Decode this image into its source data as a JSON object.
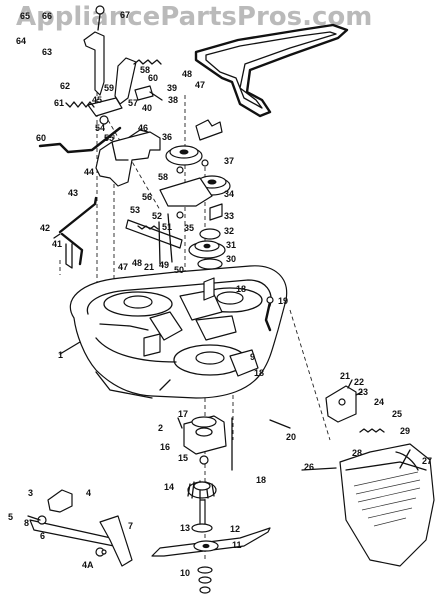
{
  "watermark": {
    "text": "AppliancePartsPros.com",
    "color": "#8c8c8c"
  },
  "callouts": [
    {
      "id": "c-65",
      "label": "65"
    },
    {
      "id": "c-66",
      "label": "66"
    },
    {
      "id": "c-67",
      "label": "67"
    },
    {
      "id": "c-64",
      "label": "64"
    },
    {
      "id": "c-63",
      "label": "63"
    },
    {
      "id": "c-62",
      "label": "62"
    },
    {
      "id": "c-58",
      "label": "58"
    },
    {
      "id": "c-60a",
      "label": "60"
    },
    {
      "id": "c-59",
      "label": "59"
    },
    {
      "id": "c-57",
      "label": "57"
    },
    {
      "id": "c-45",
      "label": "45"
    },
    {
      "id": "c-40",
      "label": "40"
    },
    {
      "id": "c-39",
      "label": "39"
    },
    {
      "id": "c-61",
      "label": "61"
    },
    {
      "id": "c-38",
      "label": "38"
    },
    {
      "id": "c-48",
      "label": "48"
    },
    {
      "id": "c-47",
      "label": "47"
    },
    {
      "id": "c-54",
      "label": "54"
    },
    {
      "id": "c-55",
      "label": "55"
    },
    {
      "id": "c-60b",
      "label": "60"
    },
    {
      "id": "c-46",
      "label": "46"
    },
    {
      "id": "c-36",
      "label": "36"
    },
    {
      "id": "c-44",
      "label": "44"
    },
    {
      "id": "c-37",
      "label": "37"
    },
    {
      "id": "c-58b",
      "label": "58"
    },
    {
      "id": "c-43",
      "label": "43"
    },
    {
      "id": "c-56",
      "label": "56"
    },
    {
      "id": "c-34",
      "label": "34"
    },
    {
      "id": "c-53",
      "label": "53"
    },
    {
      "id": "c-52",
      "label": "52"
    },
    {
      "id": "c-33",
      "label": "33"
    },
    {
      "id": "c-42",
      "label": "42"
    },
    {
      "id": "c-51",
      "label": "51"
    },
    {
      "id": "c-35",
      "label": "35"
    },
    {
      "id": "c-32",
      "label": "32"
    },
    {
      "id": "c-41",
      "label": "41"
    },
    {
      "id": "c-31",
      "label": "31"
    },
    {
      "id": "c-30",
      "label": "30"
    },
    {
      "id": "c-47b",
      "label": "47"
    },
    {
      "id": "c-48b",
      "label": "48"
    },
    {
      "id": "c-21",
      "label": "21"
    },
    {
      "id": "c-49",
      "label": "49"
    },
    {
      "id": "c-50",
      "label": "50"
    },
    {
      "id": "c-19",
      "label": "19"
    },
    {
      "id": "c-18",
      "label": "18"
    },
    {
      "id": "c-1",
      "label": "1"
    },
    {
      "id": "c-9",
      "label": "9"
    },
    {
      "id": "c-18b",
      "label": "18"
    },
    {
      "id": "c-21b",
      "label": "21"
    },
    {
      "id": "c-22",
      "label": "22"
    },
    {
      "id": "c-23",
      "label": "23"
    },
    {
      "id": "c-24",
      "label": "24"
    },
    {
      "id": "c-17",
      "label": "17"
    },
    {
      "id": "c-2",
      "label": "2"
    },
    {
      "id": "c-25",
      "label": "25"
    },
    {
      "id": "c-16",
      "label": "16"
    },
    {
      "id": "c-29",
      "label": "29"
    },
    {
      "id": "c-20",
      "label": "20"
    },
    {
      "id": "c-28",
      "label": "28"
    },
    {
      "id": "c-26",
      "label": "26"
    },
    {
      "id": "c-15",
      "label": "15"
    },
    {
      "id": "c-27",
      "label": "27"
    },
    {
      "id": "c-3",
      "label": "3"
    },
    {
      "id": "c-4",
      "label": "4"
    },
    {
      "id": "c-14",
      "label": "14"
    },
    {
      "id": "c-18c",
      "label": "18"
    },
    {
      "id": "c-5",
      "label": "5"
    },
    {
      "id": "c-8",
      "label": "8"
    },
    {
      "id": "c-6",
      "label": "6"
    },
    {
      "id": "c-7",
      "label": "7"
    },
    {
      "id": "c-13",
      "label": "13"
    },
    {
      "id": "c-12",
      "label": "12"
    },
    {
      "id": "c-11",
      "label": "11"
    },
    {
      "id": "c-4a",
      "label": "4A"
    },
    {
      "id": "c-10",
      "label": "10"
    }
  ]
}
